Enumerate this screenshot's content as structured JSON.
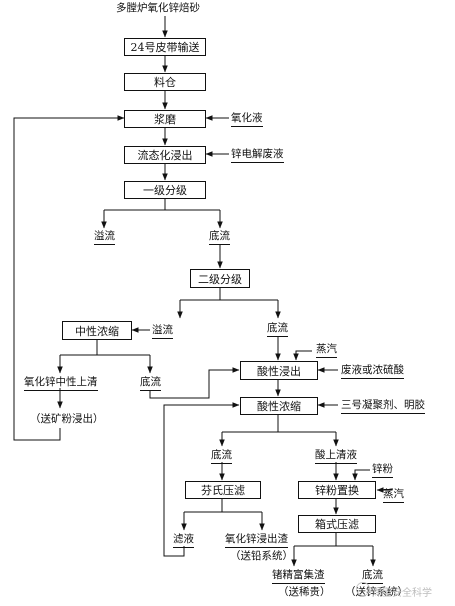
{
  "diagram": {
    "title": "多膛炉氧化锌焙砂",
    "boxes": {
      "conveyor": "24号皮带输送",
      "bin": "料仓",
      "grinding": "浆磨",
      "fluidized_leach": "流态化浸出",
      "classify1": "一级分级",
      "classify2": "二级分级",
      "neutral_thicken": "中性浓缩",
      "acid_leach": "酸性浸出",
      "acid_thicken": "酸性浓缩",
      "filter_press": "芬氏压滤",
      "zinc_replace": "锌粉置换",
      "box_filter": "箱式压滤"
    },
    "labels": {
      "zno_liquid": "氧化液",
      "zn_waste_liquid": "锌电解废液",
      "overflow1": "溢流",
      "underflow1": "底流",
      "overflow2": "溢流",
      "underflow2": "底流",
      "steam1": "蒸汽",
      "waste_or_acid": "废液或浓硫酸",
      "neutral_clear": "氧化锌中性上清",
      "neutral_clear_dest": "（送矿粉浸出）",
      "neutral_underflow": "底流",
      "flocculant": "三号凝聚剂、明胶",
      "acid_underflow": "底流",
      "acid_clear": "酸上清液",
      "zinc_powder": "锌粉",
      "steam2": "蒸汽",
      "filtrate": "滤液",
      "zno_residue": "氧化锌浸出渣",
      "zno_residue_dest": "（送铅系统）",
      "ge_concentrate": "锗精富集渣",
      "ge_concentrate_dest": "（送稀贵）",
      "final_underflow": "底流",
      "final_underflow_dest": "（送锌系统）"
    },
    "watermark": "焊宝安全科学"
  }
}
